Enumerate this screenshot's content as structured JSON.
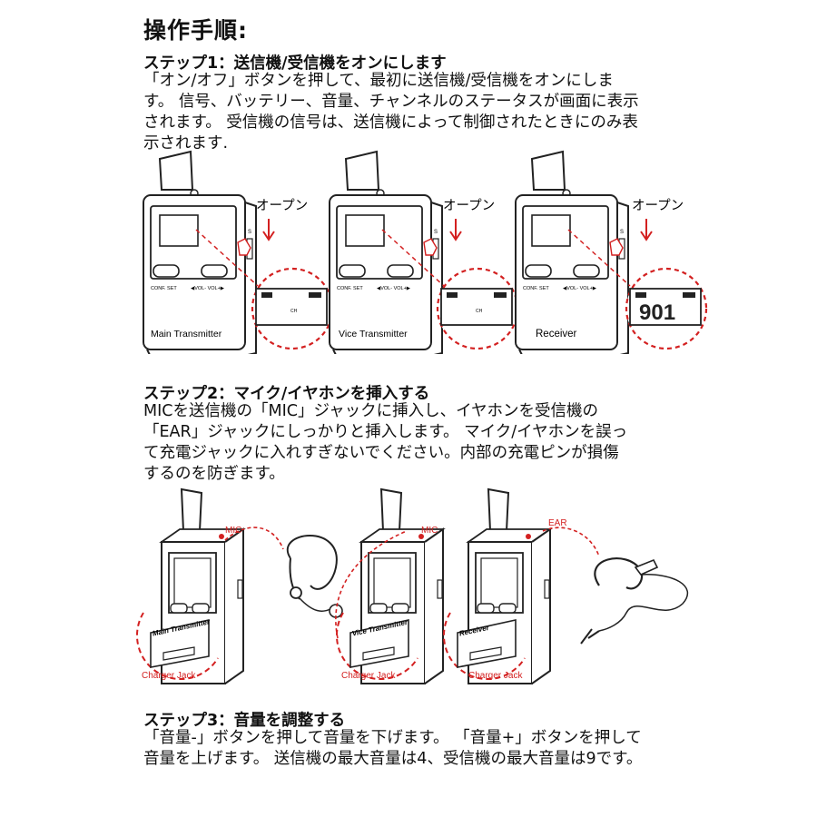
{
  "title": "操作手順:",
  "steps": [
    {
      "heading": "ステップ1：送信機/受信機をオンにします",
      "lines": [
        "「オン/オフ」ボタンを押して、最初に送信機/受信機をオンにしま",
        "す。 信号、バッテリー、音量、チャンネルのステータスが画面に表示",
        "されます。 受信機の信号は、送信機によって制御されたときにのみ表",
        "示されます."
      ]
    },
    {
      "heading": "ステップ2：マイク/イヤホンを挿入する",
      "lines": [
        "MICを送信機の「MIC」ジャックに挿入し、イヤホンを受信機の",
        "「EAR」ジャックにしっかりと挿入します。 マイク/イヤホンを誤っ",
        "て充電ジャックに入れすぎないでください。内部の充電ピンが損傷",
        "するのを防ぎます。"
      ]
    },
    {
      "heading": "ステップ3：音量を調整する",
      "lines": [
        "「音量-」ボタンを押して音量を下げます。 「音量+」ボタンを押して",
        "音量を上げます。 送信機の最大音量は4、受信機の最大音量は9です。"
      ]
    }
  ],
  "figure1": {
    "open_label": "オープン",
    "devices": [
      {
        "name": "Main Transmitter",
        "btn_left": "CONF. SET",
        "btn_right": "◀VOL-  VOL+▶",
        "screen": "CH"
      },
      {
        "name": "Vice Transmitter",
        "btn_left": "CONF. SET",
        "btn_right": "◀VOL-  VOL+▶",
        "screen": "CH"
      },
      {
        "name": "Receiver",
        "btn_left": "CONF. SET",
        "btn_right": "◀VOL-  VOL+▶",
        "screen": "901"
      }
    ]
  },
  "figure2": {
    "mic_label": "MIC",
    "ear_label": "EAR",
    "charger_label": "Charger Jack",
    "devices": [
      "Main Transmitter",
      "Vice Transmitter",
      "Receiver"
    ]
  }
}
